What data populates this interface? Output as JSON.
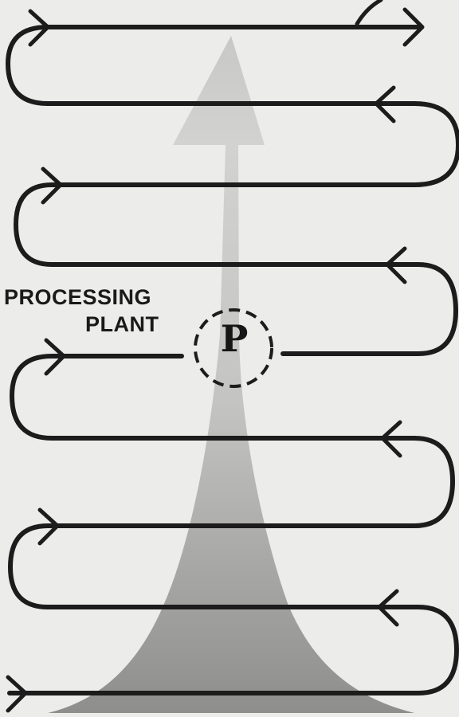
{
  "labels": {
    "line1": "PROCESSING",
    "line2": "PLANT",
    "marker": "P"
  },
  "colors": {
    "background": "#ececea",
    "path": "#1c1c1c",
    "shade_dark": "#8e8e8c",
    "shade_light": "#d6d6d4"
  }
}
